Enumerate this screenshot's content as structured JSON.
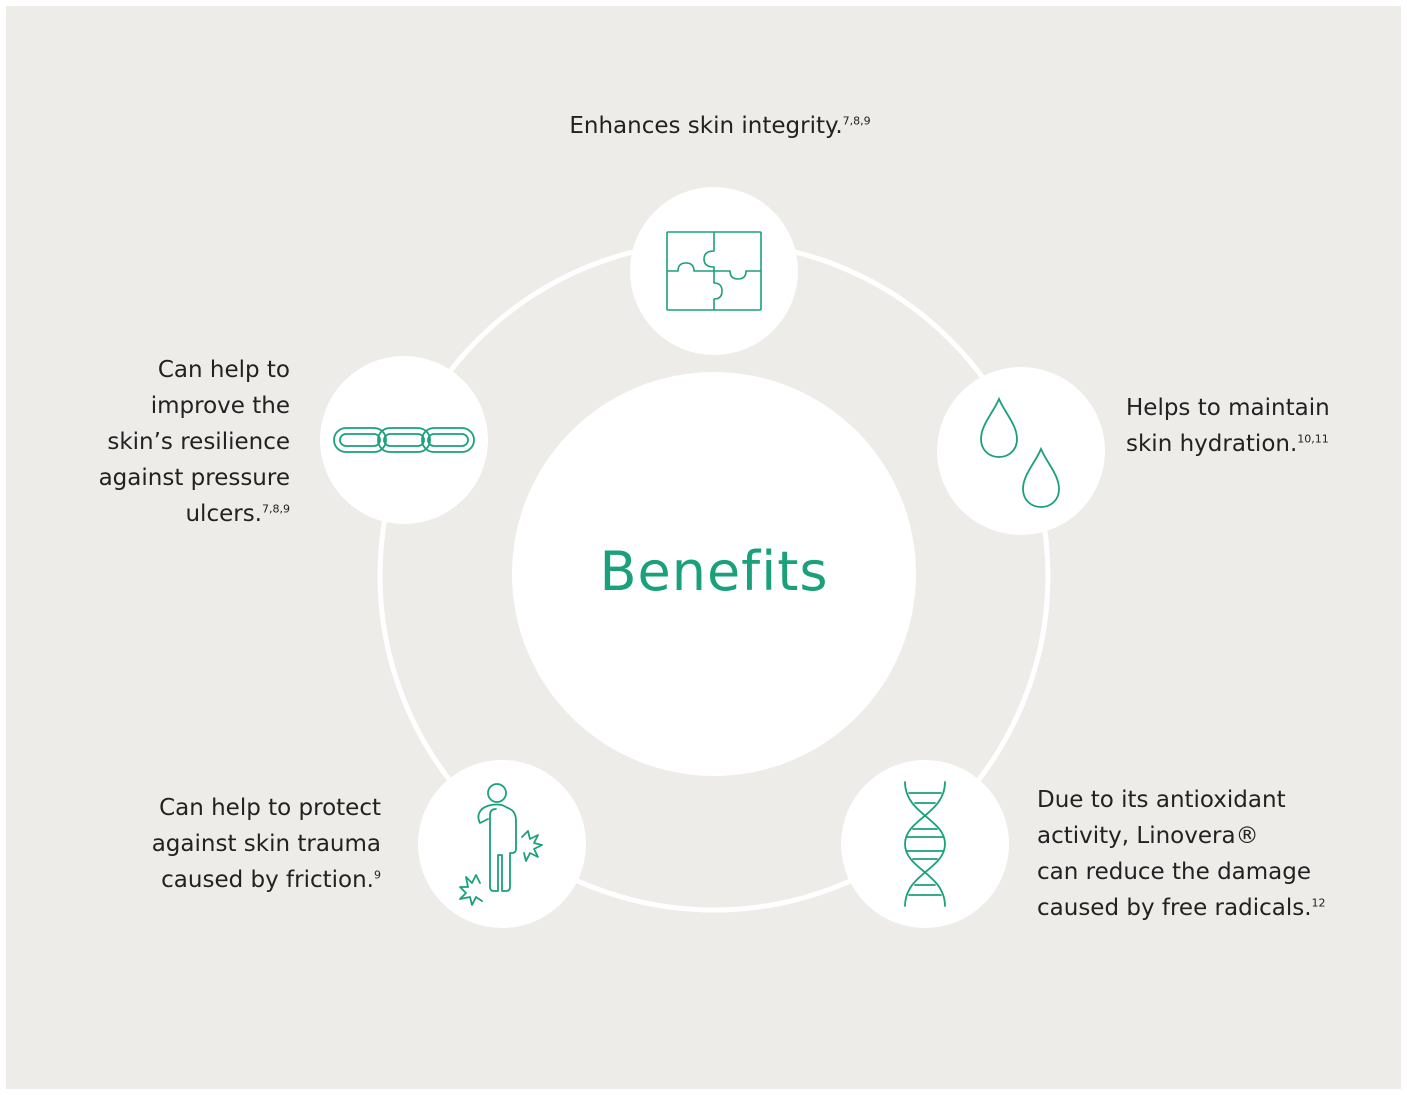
{
  "center": {
    "title": "Benefits"
  },
  "colors": {
    "accent": "#1aa17c",
    "background": "#eeece8",
    "circle": "#ffffff",
    "text": "#222222"
  },
  "benefits": [
    {
      "icon": "puzzle-icon",
      "lines": [
        "Enhances skin integrity."
      ],
      "ref": "7,8,9"
    },
    {
      "icon": "water-drops-icon",
      "lines": [
        "Helps to maintain",
        "skin hydration."
      ],
      "ref": "10,11"
    },
    {
      "icon": "dna-icon",
      "lines": [
        "Due to its antioxidant",
        "activity, Linovera®",
        "can reduce the damage",
        "caused by free radicals."
      ],
      "ref": "12"
    },
    {
      "icon": "person-friction-icon",
      "lines": [
        "Can help to protect",
        "against skin trauma",
        "caused by friction."
      ],
      "ref": "9"
    },
    {
      "icon": "chain-icon",
      "lines": [
        "Can help to",
        "improve the",
        "skin’s resilience",
        "against pressure",
        "ulcers."
      ],
      "ref": "7,8,9"
    }
  ]
}
